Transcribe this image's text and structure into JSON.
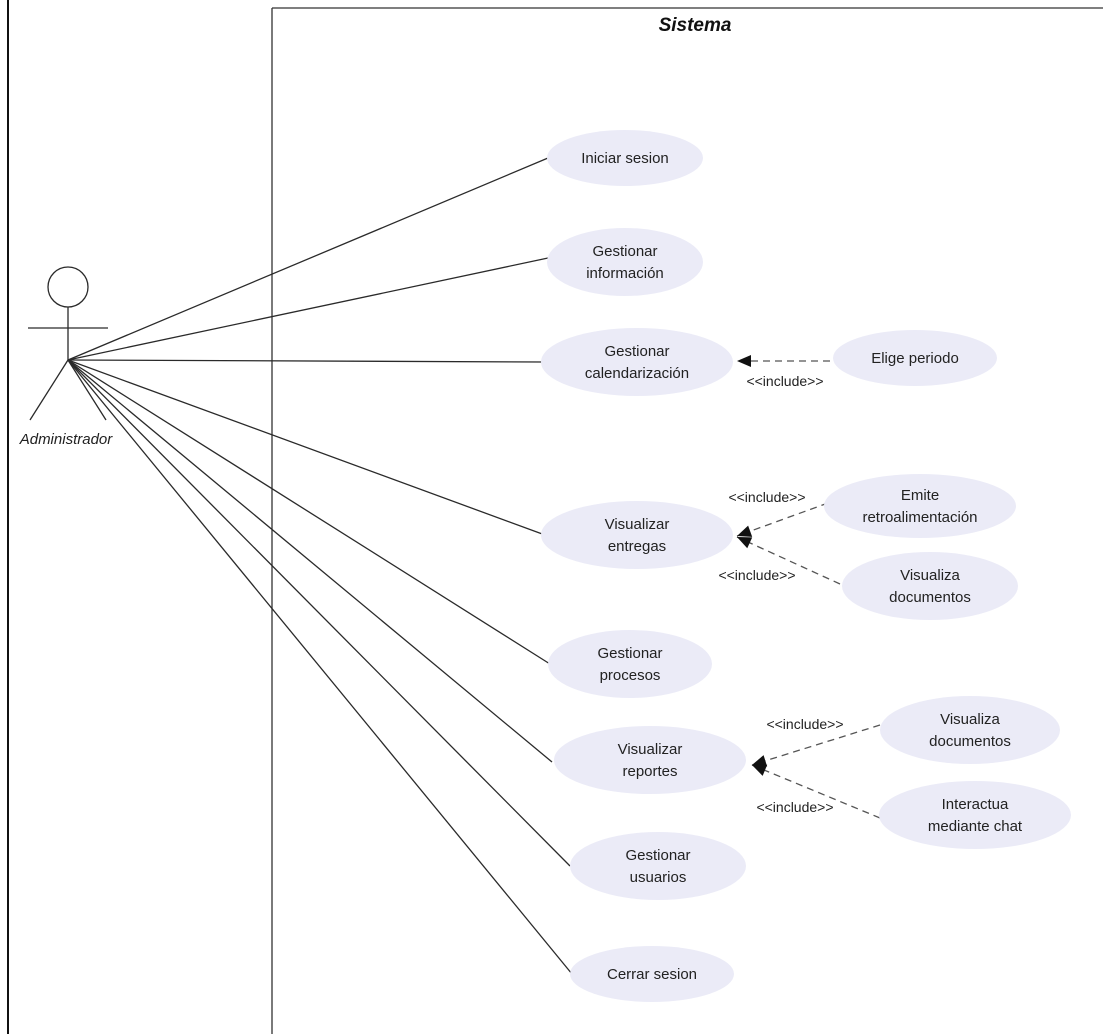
{
  "system": {
    "title": "Sistema"
  },
  "actor": {
    "label": "Administrador"
  },
  "use_cases": {
    "iniciar_sesion": {
      "lines": [
        "Iniciar sesion"
      ]
    },
    "gestionar_informacion": {
      "lines": [
        "Gestionar",
        "información"
      ]
    },
    "gestionar_calendarizacion": {
      "lines": [
        "Gestionar",
        "calendarización"
      ]
    },
    "elige_periodo": {
      "lines": [
        "Elige periodo"
      ]
    },
    "visualizar_entregas": {
      "lines": [
        "Visualizar",
        "entregas"
      ]
    },
    "emite_retroalimentacion": {
      "lines": [
        "Emite",
        "retroalimentación"
      ]
    },
    "visualiza_documentos_1": {
      "lines": [
        "Visualiza",
        "documentos"
      ]
    },
    "gestionar_procesos": {
      "lines": [
        "Gestionar",
        "procesos"
      ]
    },
    "visualizar_reportes": {
      "lines": [
        "Visualizar",
        "reportes"
      ]
    },
    "visualiza_documentos_2": {
      "lines": [
        "Visualiza",
        "documentos"
      ]
    },
    "interactua_chat": {
      "lines": [
        "Interactua",
        "mediante chat"
      ]
    },
    "gestionar_usuarios": {
      "lines": [
        "Gestionar",
        "usuarios"
      ]
    },
    "cerrar_sesion": {
      "lines": [
        "Cerrar sesion"
      ]
    }
  },
  "include_label": "<<include>>",
  "associations": [
    "iniciar_sesion",
    "gestionar_informacion",
    "gestionar_calendarizacion",
    "visualizar_entregas",
    "gestionar_procesos",
    "visualizar_reportes",
    "gestionar_usuarios",
    "cerrar_sesion"
  ],
  "includes": [
    {
      "from": "elige_periodo",
      "to": "gestionar_calendarizacion"
    },
    {
      "from": "emite_retroalimentacion",
      "to": "visualizar_entregas"
    },
    {
      "from": "visualiza_documentos_1",
      "to": "visualizar_entregas"
    },
    {
      "from": "visualiza_documentos_2",
      "to": "visualizar_reportes"
    },
    {
      "from": "interactua_chat",
      "to": "visualizar_reportes"
    }
  ]
}
